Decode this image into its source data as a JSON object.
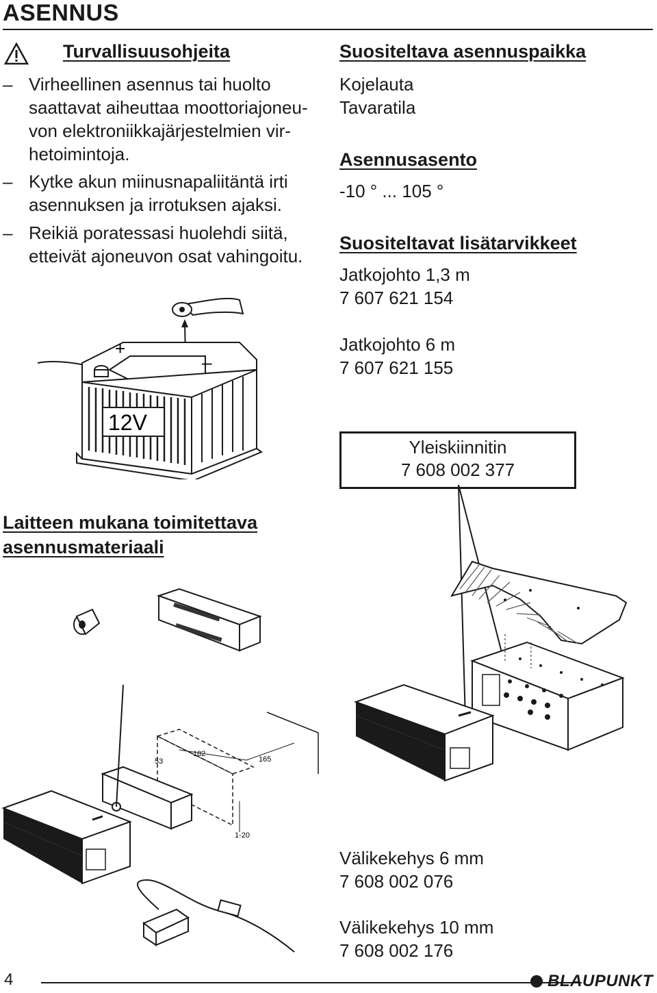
{
  "page": {
    "title": "ASENNUS",
    "page_number": "4",
    "brand": "BLAUPUNKT"
  },
  "safety": {
    "heading": "Turvallisuusohjeita",
    "items": [
      [
        "Virheellinen asennus tai huolto",
        "saattavat aiheuttaa moottoriajoneu-",
        "von elektroniikkajärjestelmien vir-",
        "hetoimintoja."
      ],
      [
        "Kytke akun miinusnapaliitäntä irti",
        "asennuksen ja irrotuksen ajaksi."
      ],
      [
        "Reikiä poratessasi huolehdi siitä,",
        "etteivät ajoneuvon osat vahingoitu."
      ]
    ]
  },
  "battery": {
    "label": "12V",
    "plus": "+",
    "minus": "–"
  },
  "location": {
    "heading": "Suositeltava asennuspaikka",
    "lines": [
      "Kojelauta",
      "Tavaratila"
    ]
  },
  "angle": {
    "heading": "Asennusasento",
    "value": "-10 ° ... 105 °"
  },
  "accessories": {
    "heading": "Suositeltavat lisätarvikkeet",
    "items": [
      {
        "name": "Jatkojohto 1,3 m",
        "code": "7 607 621 154"
      },
      {
        "name": "Jatkojohto 6 m",
        "code": "7 607 621 155"
      }
    ],
    "box": {
      "name": "Yleiskiinnitin",
      "code": "7 608 002 377"
    },
    "spacers": [
      {
        "name": "Välikekehys 6 mm",
        "code": "7 608 002 076"
      },
      {
        "name": "Välikekehys 10 mm",
        "code": "7 608 002 176"
      }
    ]
  },
  "included": {
    "heading_line1": "Laitteen mukana toimitettava",
    "heading_line2": "asennusmateriaali"
  },
  "dimensions": {
    "d182": "182",
    "d165": "165",
    "d53": "53",
    "d120": "1-20"
  }
}
